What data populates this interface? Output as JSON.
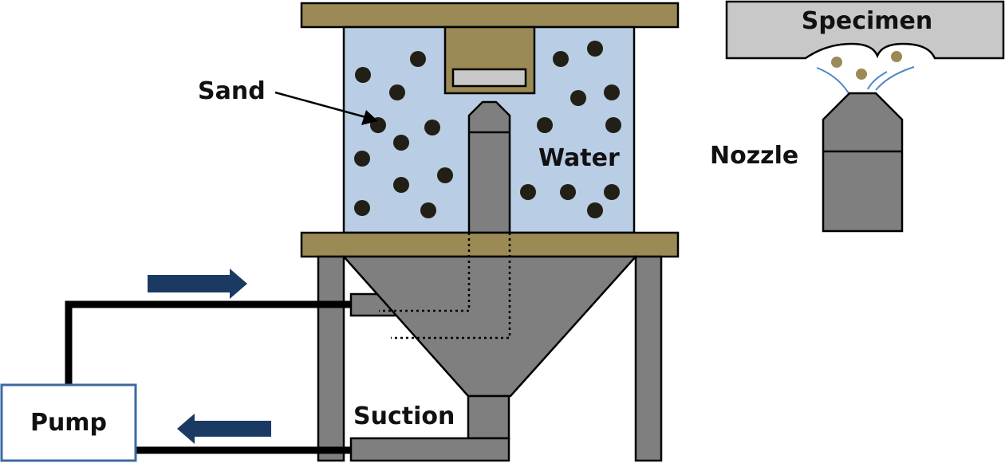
{
  "labels": {
    "sand": "Sand",
    "water": "Water",
    "specimen": "Specimen",
    "nozzle": "Nozzle",
    "pump": "Pump",
    "suction": "Suction"
  },
  "colors": {
    "plate": "#9b8a55",
    "water": "#b9cde4",
    "steel": "#7f7f7f",
    "light_gray": "#c8c8c8",
    "sand_dot": "#221f16",
    "sand_particle": "#9b8a55",
    "arrow": "#1b3a63",
    "pump_border": "#3c6aa0",
    "jet": "#4a86c8",
    "outline": "#000000"
  }
}
